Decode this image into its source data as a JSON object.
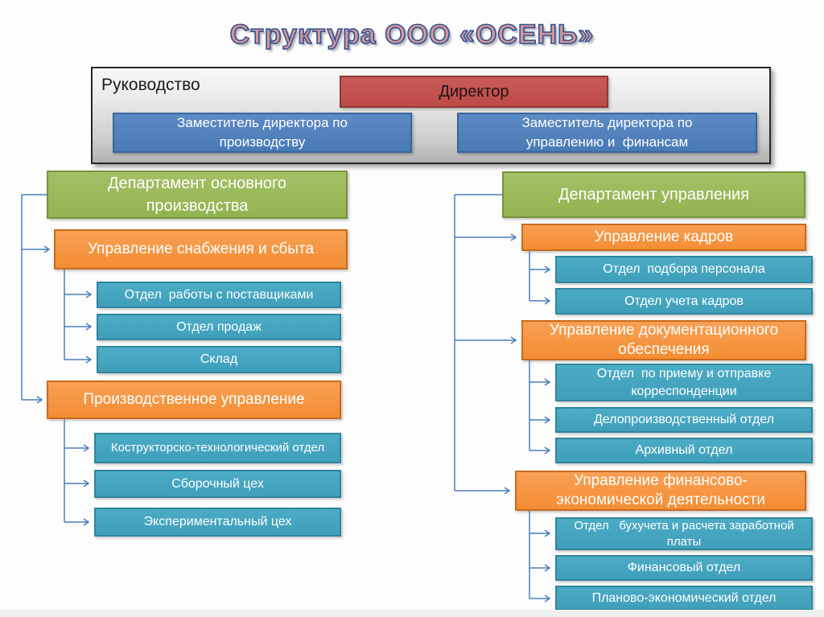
{
  "title": "Структура ООО «ОСЕНЬ»",
  "palette": {
    "title_fill": "#d99694",
    "title_outline": "#2e5396",
    "director_red": "#c0504d",
    "deputy_blue": "#4f81bd",
    "department_green": "#9bbb59",
    "unit_orange": "#f79646",
    "section_teal": "#4bacc6",
    "connector_blue": "#4a7ebb",
    "management_bg_gray": "#d0d0d0"
  },
  "management": {
    "label": "Руководство",
    "director": "Директор",
    "deputies": [
      "Заместитель директора по\nпроизводству",
      "Заместитель директора по\nуправлению и  финансам"
    ]
  },
  "left_column": {
    "department": "Департамент основного\nпроизводства",
    "units": [
      {
        "name": "Управление снабжения и сбыта",
        "sections": [
          "Отдел  работы с поставщиками",
          "Отдел продаж",
          "Склад"
        ]
      },
      {
        "name": "Производственное управление",
        "sections": [
          "Кострукторско-технологический отдел",
          "Сборочный цех",
          "Экспериментальный цех"
        ]
      }
    ]
  },
  "right_column": {
    "department": "Департамент управления",
    "units": [
      {
        "name": "Управление кадров",
        "sections": [
          "Отдел  подбора персонала",
          "Отдел учета кадров"
        ]
      },
      {
        "name": "Управление документационного\nобеспечения",
        "sections": [
          "Отдел  по приему и отправке\nкорреспонденции",
          "Делопроизводственный отдел",
          "Архивный отдел"
        ]
      },
      {
        "name": "Управление финансово-\nэкономической деятельности",
        "sections": [
          "Отдел   бухучета и расчета заработной\nплаты",
          "Финансовый отдел",
          "Планово-экономический отдел"
        ]
      }
    ]
  }
}
